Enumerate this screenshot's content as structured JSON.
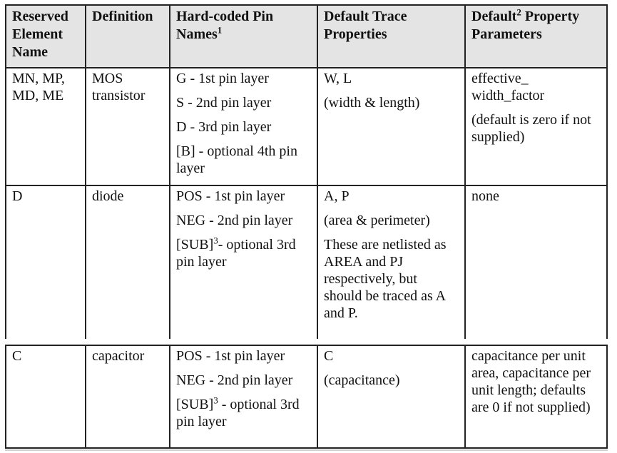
{
  "header": {
    "col1": "Reserved Element Name",
    "col2": "Definition",
    "col3": "Hard-coded Pin Names",
    "col3_sup": "1",
    "col4": "Default Trace Properties",
    "col5_pre": "Default",
    "col5_sup": "2",
    "col5_post": "Property Parameters"
  },
  "rows": [
    {
      "name": "MN, MP, MD, ME",
      "definition": "MOS transistor",
      "pins": [
        "G - 1st pin layer",
        "S - 2nd pin layer",
        "D - 3rd pin layer",
        "[B] - optional 4th pin layer"
      ],
      "trace": [
        "W, L",
        "(width & length)"
      ],
      "params": [
        "effective_ width_factor",
        "(default is zero if not supplied)"
      ]
    },
    {
      "name": "D",
      "definition": "diode",
      "pins": [
        "POS - 1st pin layer",
        "NEG - 2nd pin layer"
      ],
      "pin_sub_pre": "[SUB]",
      "pin_sub_sup": "3",
      "pin_sub_post": "- optional 3rd pin layer",
      "trace": [
        "A, P",
        "(area & perimeter)",
        "These are netlisted as AREA and PJ respectively, but should be traced as A and P."
      ],
      "params": [
        "none"
      ]
    },
    {
      "name": "C",
      "definition": "capacitor",
      "pins": [
        "POS - 1st pin layer",
        "NEG - 2nd pin layer"
      ],
      "pin_sub_pre": "[SUB]",
      "pin_sub_sup": "3",
      "pin_sub_post": " - optional 3rd pin layer",
      "trace": [
        "C",
        "(capacitance)"
      ],
      "params": [
        "capacitance per unit area, capacitance per unit length; defaults are 0 if not supplied)"
      ]
    }
  ]
}
